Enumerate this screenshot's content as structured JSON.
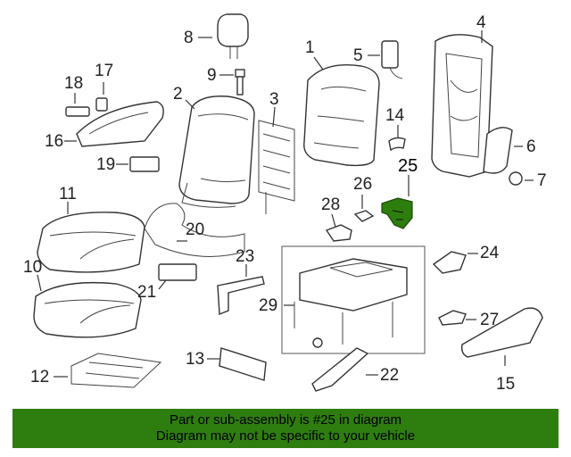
{
  "callouts": [
    {
      "id": "1",
      "text": "1"
    },
    {
      "id": "2",
      "text": "2"
    },
    {
      "id": "3",
      "text": "3"
    },
    {
      "id": "4",
      "text": "4"
    },
    {
      "id": "5",
      "text": "5"
    },
    {
      "id": "6",
      "text": "6"
    },
    {
      "id": "7",
      "text": "7"
    },
    {
      "id": "8",
      "text": "8"
    },
    {
      "id": "9",
      "text": "9"
    },
    {
      "id": "10",
      "text": "10"
    },
    {
      "id": "11",
      "text": "11"
    },
    {
      "id": "12",
      "text": "12"
    },
    {
      "id": "13",
      "text": "13"
    },
    {
      "id": "14",
      "text": "14"
    },
    {
      "id": "15",
      "text": "15"
    },
    {
      "id": "16",
      "text": "16"
    },
    {
      "id": "17",
      "text": "17"
    },
    {
      "id": "18",
      "text": "18"
    },
    {
      "id": "19",
      "text": "19"
    },
    {
      "id": "20",
      "text": "20"
    },
    {
      "id": "21",
      "text": "21"
    },
    {
      "id": "22",
      "text": "22"
    },
    {
      "id": "23",
      "text": "23"
    },
    {
      "id": "24",
      "text": "24"
    },
    {
      "id": "25",
      "text": "25"
    },
    {
      "id": "26",
      "text": "26"
    },
    {
      "id": "27",
      "text": "27"
    },
    {
      "id": "28",
      "text": "28"
    },
    {
      "id": "29",
      "text": "29"
    }
  ],
  "highlighted_part": "25",
  "highlight_color": "#2e7d0f",
  "banner": {
    "line1": "Part or sub-assembly is #25 in diagram",
    "line2": "Diagram may not be specific to your vehicle",
    "color": "#2e7d0f"
  }
}
